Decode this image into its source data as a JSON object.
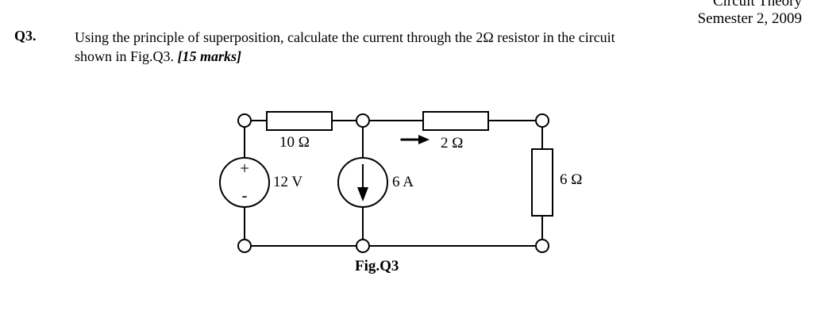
{
  "header": {
    "course_title": "Circuit Theory",
    "semester": "Semester 2, 2009"
  },
  "question": {
    "number": "Q3.",
    "text_line1": "Using the principle of superposition, calculate the current through the 2Ω resistor in the circuit",
    "text_line2": "shown in Fig.Q3.",
    "marks": "[15 marks]"
  },
  "figure": {
    "caption": "Fig.Q3",
    "labels": {
      "r10": "10 Ω",
      "r2": "2 Ω",
      "r6": "6 Ω",
      "voltage_source": "12 V",
      "current_source": "6 A",
      "plus_sign": "+",
      "minus_sign": "-"
    }
  },
  "colors": {
    "ink": "#000000",
    "paper": "#ffffff"
  }
}
